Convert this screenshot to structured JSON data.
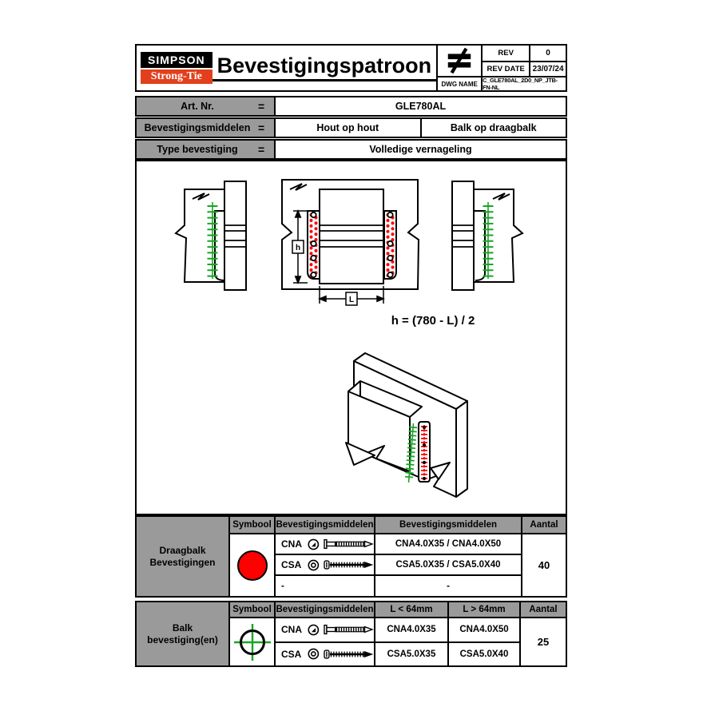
{
  "header": {
    "logo_line1": "SIMPSON",
    "logo_line2": "Strong-Tie",
    "title": "Bevestigingspatroon",
    "projection_symbol": "first-angle-projection",
    "rev": {
      "label": "REV",
      "value": "0"
    },
    "rev_date": {
      "label": "REV DATE",
      "value": "23/07/24"
    },
    "dwg": {
      "label": "DWG NAME",
      "value": "C_GLE780AL_2D0_NP_JTB-FN-NL"
    }
  },
  "info": {
    "art": {
      "label": "Art. Nr.",
      "eq": "=",
      "value": "GLE780AL"
    },
    "middelen": {
      "label": "Bevestigingsmiddelen",
      "eq": "=",
      "value1": "Hout op hout",
      "value2": "Balk op draagbalk"
    },
    "type": {
      "label": "Type bevestiging",
      "eq": "=",
      "value": "Volledige vernageling"
    }
  },
  "drawing": {
    "formula": "h = (780 - L) / 2",
    "dim_h": "h",
    "dim_l": "L"
  },
  "tables": {
    "draagbalk": {
      "row_label": "Draagbalk Bevestigingen",
      "headers": [
        "Symbool",
        "Bevestigingsmiddelen",
        "Bevestigingsmiddelen",
        "Aantal"
      ],
      "symbol": "red-circle",
      "rows": [
        {
          "code": "CNA",
          "value": "CNA4.0X35 / CNA4.0X50"
        },
        {
          "code": "CSA",
          "value": "CSA5.0X35 / CSA5.0X40"
        },
        {
          "code": "-",
          "value": "-"
        }
      ],
      "aantal": "40"
    },
    "balk": {
      "row_label": "Balk bevestiging(en)",
      "headers": [
        "Symbool",
        "Bevestigingsmiddelen",
        "L < 64mm",
        "L > 64mm",
        "Aantal"
      ],
      "symbol": "green-crosshair-circle",
      "rows": [
        {
          "code": "CNA",
          "small": "CNA4.0X35",
          "large": "CNA4.0X50"
        },
        {
          "code": "CSA",
          "small": "CSA5.0X35",
          "large": "CSA5.0X40"
        }
      ],
      "aantal": "25"
    }
  },
  "colors": {
    "symbol_red": "#ff0000",
    "screw_green": "#18a524",
    "label_gray": "#9a9a9a",
    "logo_red": "#e2401c"
  }
}
